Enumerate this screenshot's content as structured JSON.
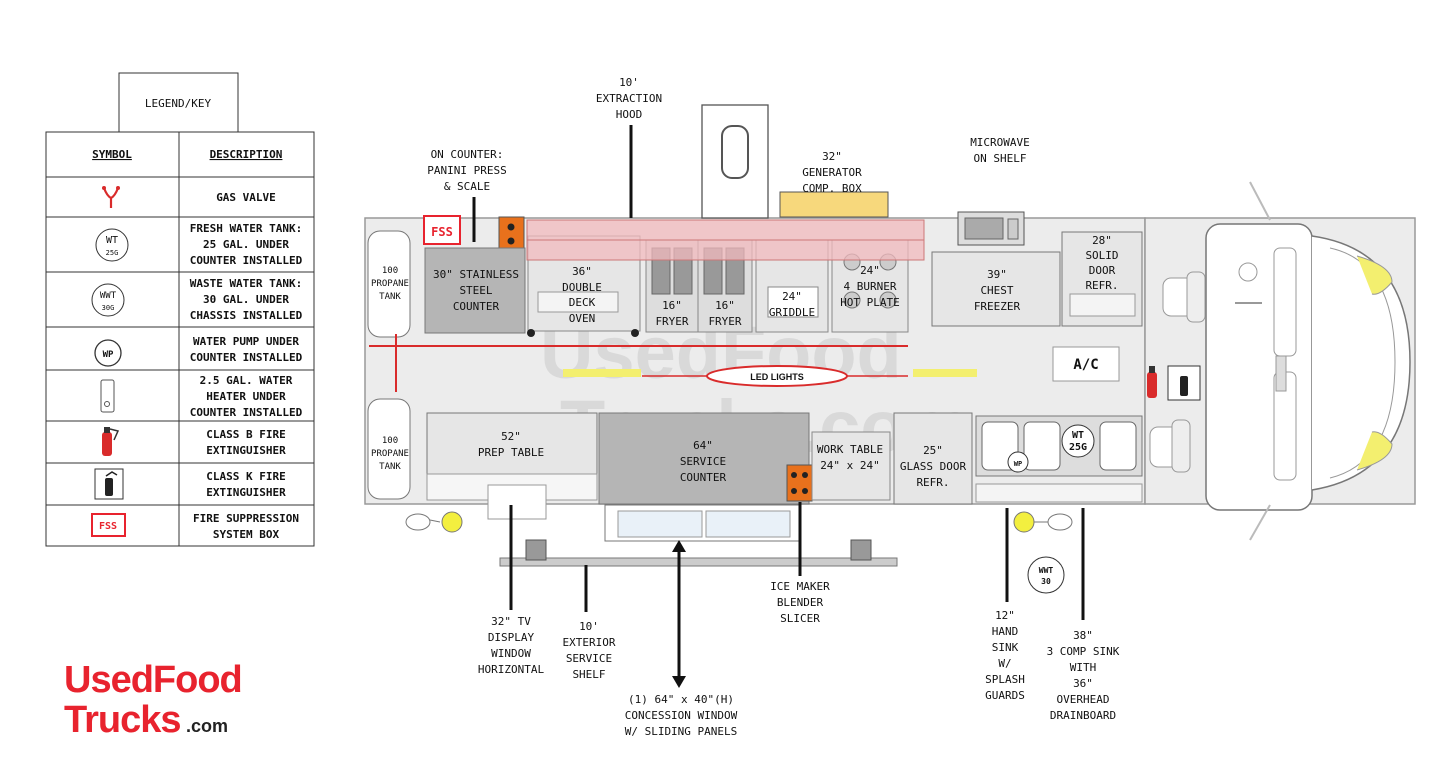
{
  "legend": {
    "title": "LEGEND/KEY",
    "col_symbol": "SYMBOL",
    "col_description": "DESCRIPTION",
    "rows": [
      {
        "icon": "gas-valve-icon",
        "label": "",
        "desc": [
          "GAS VALVE"
        ]
      },
      {
        "icon": "fresh-water-tank-icon",
        "label": [
          "WT",
          "25G"
        ],
        "desc": [
          "FRESH WATER TANK:",
          "25 GAL. UNDER",
          "COUNTER INSTALLED"
        ]
      },
      {
        "icon": "waste-water-tank-icon",
        "label": [
          "WWT",
          "30G"
        ],
        "desc": [
          "WASTE WATER TANK:",
          "30 GAL. UNDER",
          "CHASSIS INSTALLED"
        ]
      },
      {
        "icon": "water-pump-icon",
        "label": [
          "WP"
        ],
        "desc": [
          "WATER PUMP UNDER",
          "COUNTER INSTALLED"
        ]
      },
      {
        "icon": "water-heater-icon",
        "label": "",
        "desc": [
          "2.5 GAL. WATER",
          "HEATER UNDER",
          "COUNTER INSTALLED"
        ]
      },
      {
        "icon": "fire-extinguisher-b-icon",
        "label": "",
        "desc": [
          "CLASS B FIRE",
          "EXTINGUISHER"
        ]
      },
      {
        "icon": "fire-extinguisher-k-icon",
        "label": "",
        "desc": [
          "CLASS K FIRE",
          "EXTINGUISHER"
        ]
      },
      {
        "icon": "fss-box-icon",
        "label": [
          "FSS"
        ],
        "desc": [
          "FIRE SUPPRESSION",
          "SYSTEM BOX"
        ]
      }
    ]
  },
  "labels": {
    "extraction_hood": [
      "10'",
      "EXTRACTION",
      "HOOD"
    ],
    "panini": [
      "ON COUNTER:",
      "PANINI PRESS",
      "& SCALE"
    ],
    "generator": [
      "32\"",
      "GENERATOR",
      "COMP. BOX"
    ],
    "microwave": [
      "MICROWAVE",
      "ON SHELF"
    ],
    "fss": "FSS",
    "propane_top": [
      "100",
      "PROPANE",
      "TANK"
    ],
    "propane_bottom": [
      "100",
      "PROPANE",
      "TANK"
    ],
    "steel_counter": [
      "30\" STAINLESS",
      "STEEL",
      "COUNTER"
    ],
    "oven": [
      "36\"",
      "DOUBLE",
      "DECK",
      "OVEN"
    ],
    "fryer1": [
      "16\"",
      "FRYER"
    ],
    "fryer2": [
      "16\"",
      "FRYER"
    ],
    "griddle": [
      "24\"",
      "GRIDDLE"
    ],
    "hot_plate": [
      "24\"",
      "4 BURNER",
      "HOT PLATE"
    ],
    "chest_freezer": [
      "39\"",
      "CHEST",
      "FREEZER"
    ],
    "solid_door": [
      "28\"",
      "SOLID",
      "DOOR",
      "REFR."
    ],
    "ac": "A/C",
    "led": "LED LIGHTS",
    "prep_table": [
      "52\"",
      "PREP TABLE"
    ],
    "service_counter": [
      "64\"",
      "SERVICE",
      "COUNTER"
    ],
    "work_table": [
      "WORK TABLE",
      "24\" x 24\""
    ],
    "glass_door": [
      "25\"",
      "GLASS DOOR",
      "REFR."
    ],
    "wt_sink": [
      "WT",
      "25G"
    ],
    "wp": "WP",
    "wwt_chassis": [
      "WWT",
      "30"
    ],
    "tv": [
      "32\" TV",
      "DISPLAY",
      "WINDOW",
      "HORIZONTAL"
    ],
    "ext_shelf": [
      "10'",
      "EXTERIOR",
      "SERVICE",
      "SHELF"
    ],
    "ice_maker": [
      "ICE MAKER",
      "BLENDER",
      "SLICER"
    ],
    "concession": [
      "(1) 64\" x 40\"(H)",
      "CONCESSION WINDOW",
      "W/ SLIDING PANELS"
    ],
    "hand_sink": [
      "12\"",
      "HAND",
      "SINK",
      "W/",
      "SPLASH",
      "GUARDS"
    ],
    "comp_sink": [
      "38\"",
      "3 COMP SINK",
      "WITH",
      "36\"",
      "OVERHEAD",
      "DRAINBOARD"
    ]
  },
  "watermark": [
    "UsedFood",
    "Trucks.com"
  ],
  "logo": {
    "line1": "UsedFood",
    "line2": "Trucks",
    "suffix": ".com"
  },
  "colors": {
    "accent_red": "#e8232e",
    "gas_line": "#d92b2b",
    "hood": "#f2b9bd",
    "generator": "#f7d87c",
    "fss_orange": "#e8711c",
    "led_yellow": "#f3ef6f",
    "counter_gray": "#b5b5b5"
  }
}
